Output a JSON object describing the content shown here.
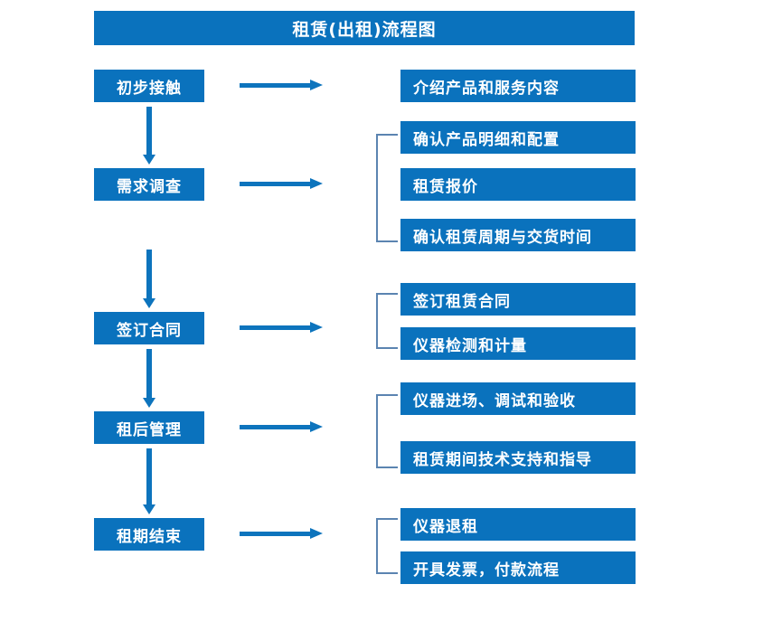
{
  "diagram": {
    "title": "租赁(出租)流程图",
    "colors": {
      "box_fill": "#0a72bd",
      "box_text": "#ffffff",
      "arrow": "#0d74bd",
      "bracket": "#5b84b1",
      "background": "#ffffff"
    },
    "stages": [
      {
        "id": "stage-1",
        "label": "初步接触"
      },
      {
        "id": "stage-2",
        "label": "需求调查"
      },
      {
        "id": "stage-3",
        "label": "签订合同"
      },
      {
        "id": "stage-4",
        "label": "租后管理"
      },
      {
        "id": "stage-5",
        "label": "租期结束"
      }
    ],
    "details": [
      {
        "id": "detail-1",
        "label": "介绍产品和服务内容"
      },
      {
        "id": "detail-2",
        "label": "确认产品明细和配置"
      },
      {
        "id": "detail-3",
        "label": "租赁报价"
      },
      {
        "id": "detail-4",
        "label": "确认租赁周期与交货时间"
      },
      {
        "id": "detail-5",
        "label": "签订租赁合同"
      },
      {
        "id": "detail-6",
        "label": "仪器检测和计量"
      },
      {
        "id": "detail-7",
        "label": "仪器进场、调试和验收"
      },
      {
        "id": "detail-8",
        "label": "租赁期间技术支持和指导"
      },
      {
        "id": "detail-9",
        "label": "仪器退租"
      },
      {
        "id": "detail-10",
        "label": "开具发票，付款流程"
      }
    ]
  }
}
